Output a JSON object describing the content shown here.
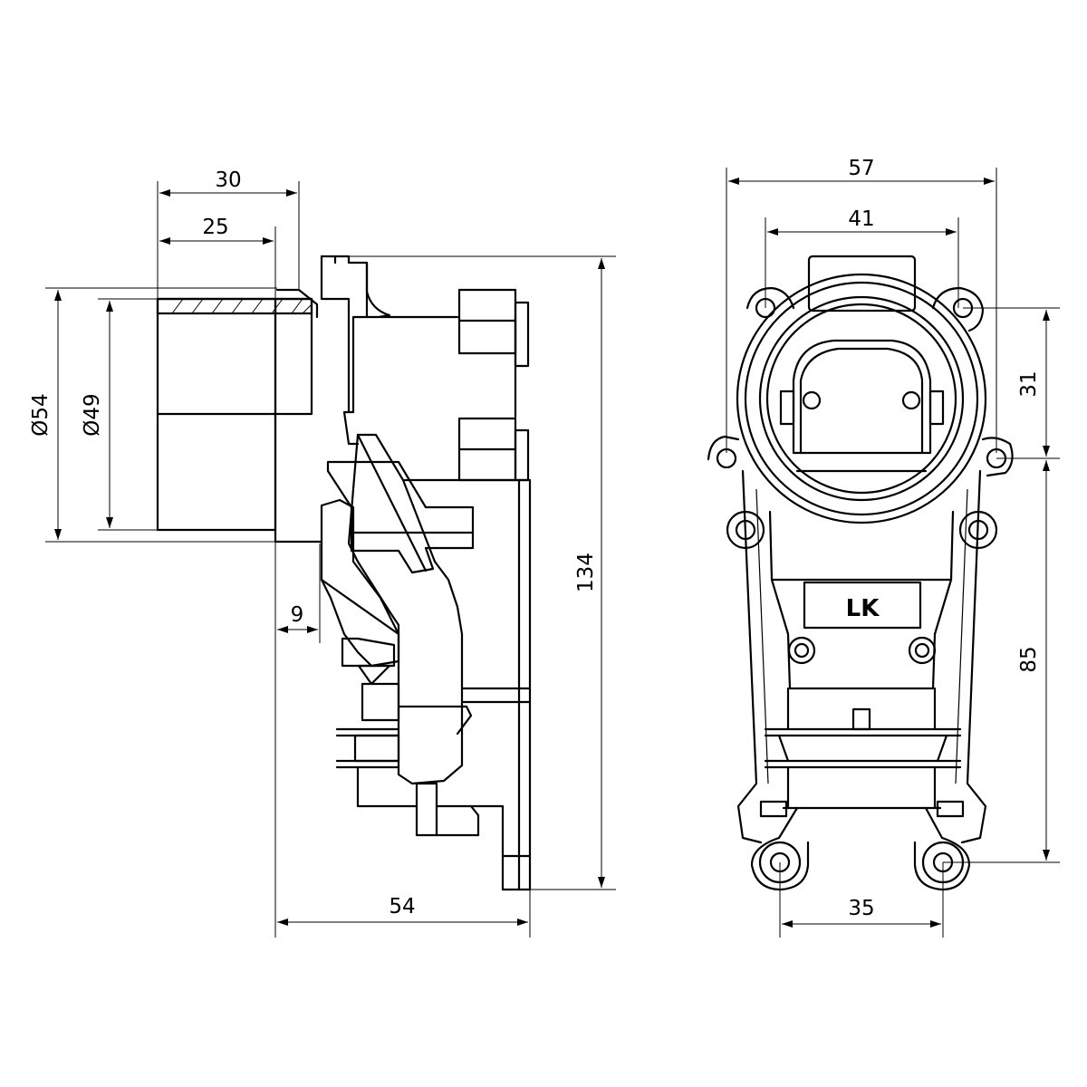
{
  "dimensions": {
    "side_width_outer": "30",
    "side_width_inner": "25",
    "side_diameter_outer": "Ø54",
    "side_diameter_inner": "Ø49",
    "side_offset": "9",
    "side_depth": "54",
    "side_height": "134",
    "front_width": "57",
    "front_hole_spacing_top": "41",
    "front_hole_spacing_bottom": "35",
    "front_height_upper": "31",
    "front_height_lower": "85"
  },
  "logo": {
    "text": "LK"
  },
  "colors": {
    "line": "#000000",
    "background": "#ffffff"
  }
}
